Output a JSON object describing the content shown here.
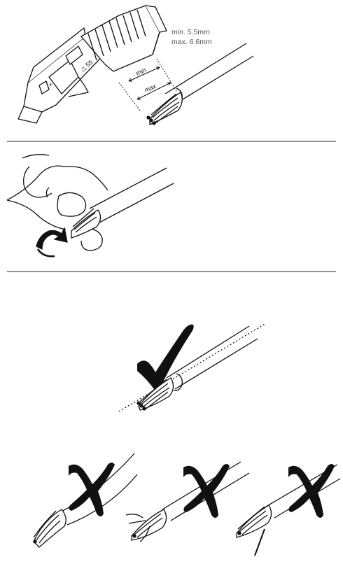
{
  "step1": {
    "spec_min": "min. 5.5mm",
    "spec_max": "max. 6.6mm",
    "dim_min_label": "min",
    "dim_max_label": "max"
  },
  "step3": {
    "result": "correct",
    "icon": "check-mark-icon"
  },
  "step4": {
    "results": [
      "incorrect",
      "incorrect",
      "incorrect"
    ],
    "icon": "x-mark-icon"
  },
  "colors": {
    "line": "#111111",
    "divider": "#555555",
    "text": "#555555"
  }
}
